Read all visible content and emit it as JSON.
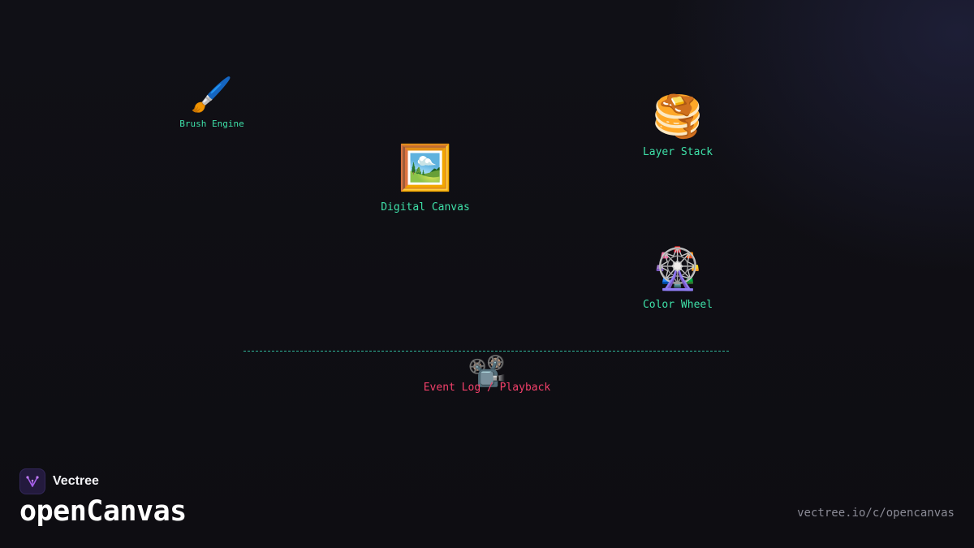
{
  "nodes": {
    "brush_engine": {
      "icon": "paintbrush-icon",
      "glyph": "🖌️",
      "label": "Brush Engine"
    },
    "digital_canvas": {
      "icon": "framed-picture-icon",
      "glyph": "🖼️",
      "label": "Digital Canvas"
    },
    "layer_stack": {
      "icon": "pancakes-icon",
      "glyph": "🥞",
      "label": "Layer Stack"
    },
    "color_wheel": {
      "icon": "ferris-wheel-icon",
      "glyph": "🎡",
      "label": "Color Wheel"
    },
    "event_log": {
      "icon": "film-projector-icon",
      "glyph": "📽️",
      "label": "Event Log / Playback"
    }
  },
  "colors": {
    "node_label": "#3ee0a8",
    "event_label": "#f2406a",
    "divider": "#2fb79a",
    "background": "#0f0e13"
  },
  "brand": {
    "logo_icon": "vectree-logo-icon",
    "name": "Vectree"
  },
  "project": {
    "title": "openCanvas",
    "url": "vectree.io/c/opencanvas"
  }
}
